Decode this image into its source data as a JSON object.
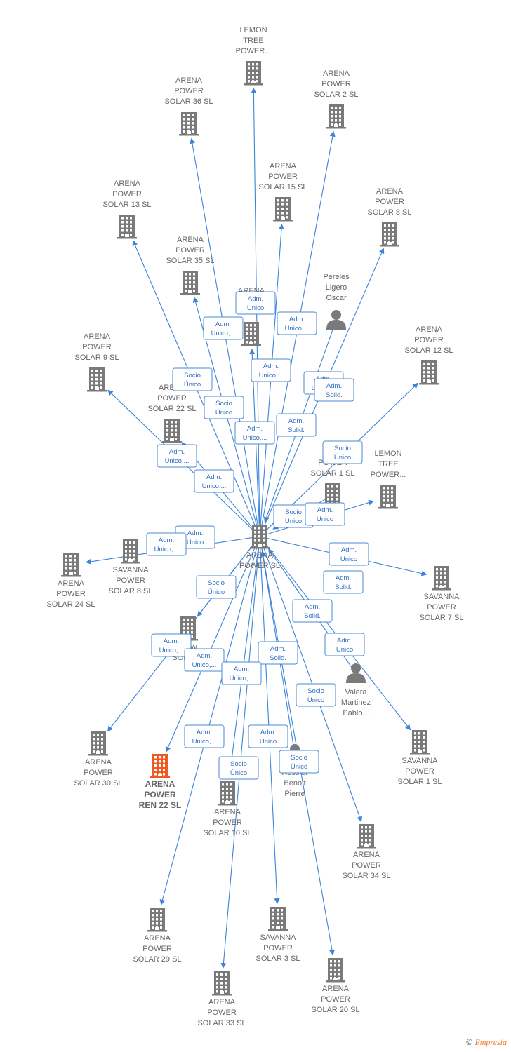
{
  "colors": {
    "edge": "#3c84d8",
    "building": "#7a7a7a",
    "highlight": "#f05a22",
    "person": "#7a7a7a",
    "badge_border": "#4a8ad6",
    "badge_text": "#2f6fc4",
    "label": "#666666"
  },
  "center": {
    "id": "center",
    "icon": "building-icon",
    "label": [
      "ARENA",
      "POWER SL"
    ]
  },
  "nodes": [
    {
      "id": "lemon1",
      "icon": "building-icon",
      "label": [
        "LEMON",
        "TREE",
        "POWER..."
      ]
    },
    {
      "id": "s36",
      "icon": "building-icon",
      "label": [
        "ARENA",
        "POWER",
        "SOLAR 36 SL"
      ]
    },
    {
      "id": "s2",
      "icon": "building-icon",
      "label": [
        "ARENA",
        "POWER",
        "SOLAR 2 SL"
      ]
    },
    {
      "id": "s15",
      "icon": "building-icon",
      "label": [
        "ARENA",
        "POWER",
        "SOLAR 15 SL"
      ]
    },
    {
      "id": "s13",
      "icon": "building-icon",
      "label": [
        "ARENA",
        "POWER",
        "SOLAR 13 SL"
      ]
    },
    {
      "id": "s8",
      "icon": "building-icon",
      "label": [
        "ARENA",
        "POWER",
        "SOLAR 8 SL"
      ]
    },
    {
      "id": "s35",
      "icon": "building-icon",
      "label": [
        "ARENA",
        "POWER",
        "SOLAR 35 SL"
      ]
    },
    {
      "id": "hidden",
      "icon": "building-icon",
      "label": [
        "ARENA",
        "P",
        "SOL"
      ]
    },
    {
      "id": "pereles",
      "icon": "person-icon",
      "label": [
        "Pereles",
        "Ligero",
        "Oscar"
      ]
    },
    {
      "id": "s9",
      "icon": "building-icon",
      "label": [
        "ARENA",
        "POWER",
        "SOLAR 9 SL"
      ]
    },
    {
      "id": "s12",
      "icon": "building-icon",
      "label": [
        "ARENA",
        "POWER",
        "SOLAR 12 SL"
      ]
    },
    {
      "id": "s22",
      "icon": "building-icon",
      "label": [
        "ARENA",
        "POWER",
        "SOLAR 22 SL"
      ]
    },
    {
      "id": "s1",
      "icon": "building-icon",
      "label": [
        "CAN",
        "POWER",
        "SOLAR 1 SL"
      ]
    },
    {
      "id": "lemon2",
      "icon": "building-icon",
      "label": [
        "LEMON",
        "TREE",
        "POWER..."
      ]
    },
    {
      "id": "sav8",
      "icon": "building-icon",
      "label": [
        "SAVANNA",
        "POWER",
        "SOLAR 8 SL"
      ]
    },
    {
      "id": "s24",
      "icon": "building-icon",
      "label": [
        "ARENA",
        "POWER",
        "SOLAR 24 SL"
      ]
    },
    {
      "id": "sav7",
      "icon": "building-icon",
      "label": [
        "SAVANNA",
        "POWER",
        "SOLAR 7 SL"
      ]
    },
    {
      "id": "sol11",
      "icon": "building-icon",
      "label": [
        "POW",
        "SOLA SL"
      ]
    },
    {
      "id": "valera",
      "icon": "person-icon",
      "label": [
        "Valera",
        "Martinez",
        "Pablo..."
      ]
    },
    {
      "id": "s30",
      "icon": "building-icon",
      "label": [
        "ARENA",
        "POWER",
        "SOLAR 30 SL"
      ]
    },
    {
      "id": "ren22",
      "icon": "building-icon",
      "highlight": true,
      "label": [
        "ARENA",
        "POWER",
        "REN 22 SL"
      ]
    },
    {
      "id": "s10",
      "icon": "building-icon",
      "label": [
        "ARENA",
        "POWER",
        "SOLAR 10 SL"
      ]
    },
    {
      "id": "rossier",
      "icon": "person-icon",
      "label": [
        "Rossier",
        "Benoit",
        "Pierre"
      ]
    },
    {
      "id": "sav1",
      "icon": "building-icon",
      "label": [
        "SAVANNA",
        "POWER",
        "SOLAR 1 SL"
      ]
    },
    {
      "id": "s34",
      "icon": "building-icon",
      "label": [
        "ARENA",
        "POWER",
        "SOLAR 34 SL"
      ]
    },
    {
      "id": "s29",
      "icon": "building-icon",
      "label": [
        "ARENA",
        "POWER",
        "SOLAR 29 SL"
      ]
    },
    {
      "id": "sav3",
      "icon": "building-icon",
      "label": [
        "SAVANNA",
        "POWER",
        "SOLAR 3 SL"
      ]
    },
    {
      "id": "s33",
      "icon": "building-icon",
      "label": [
        "ARENA",
        "POWER",
        "SOLAR 33 SL"
      ]
    },
    {
      "id": "s20",
      "icon": "building-icon",
      "label": [
        "ARENA",
        "POWER",
        "SOLAR 20 SL"
      ]
    }
  ],
  "badges": [
    {
      "id": "b1",
      "text": [
        "Adm.",
        "Unico"
      ]
    },
    {
      "id": "b2",
      "text": [
        "Adm.",
        "Unico,..."
      ]
    },
    {
      "id": "b3",
      "text": [
        "Adm.",
        "Unico,..."
      ]
    },
    {
      "id": "b4",
      "text": [
        "Adm.",
        "Unico,..."
      ]
    },
    {
      "id": "b5",
      "text": [
        "Adm.",
        "Unico,..."
      ]
    },
    {
      "id": "b5b",
      "text": [
        "Adm.",
        "Solid."
      ]
    },
    {
      "id": "b6",
      "text": [
        "Socio",
        "Único"
      ]
    },
    {
      "id": "b7",
      "text": [
        "Socio",
        "Único"
      ]
    },
    {
      "id": "b8",
      "text": [
        "Adm.",
        "Unico,..."
      ]
    },
    {
      "id": "b9",
      "text": [
        "Adm.",
        "Solid."
      ]
    },
    {
      "id": "b10",
      "text": [
        "Adm.",
        "Unico,..."
      ]
    },
    {
      "id": "b11",
      "text": [
        "Socio",
        "Único"
      ]
    },
    {
      "id": "b12",
      "text": [
        "Adm.",
        "Unico,..."
      ]
    },
    {
      "id": "b13",
      "text": [
        "Socio",
        "Único"
      ]
    },
    {
      "id": "b14",
      "text": [
        "Adm.",
        "Unico"
      ]
    },
    {
      "id": "b15",
      "text": [
        "Adm.",
        "Unico"
      ]
    },
    {
      "id": "b16",
      "text": [
        "Adm.",
        "Unico,..."
      ]
    },
    {
      "id": "b17",
      "text": [
        "Adm.",
        "Unico"
      ]
    },
    {
      "id": "b18",
      "text": [
        "Socio",
        "Único"
      ]
    },
    {
      "id": "b19",
      "text": [
        "Adm.",
        "Solid."
      ]
    },
    {
      "id": "b20",
      "text": [
        "Adm.",
        "Solid."
      ]
    },
    {
      "id": "b21",
      "text": [
        "Adm.",
        "Unico,..."
      ]
    },
    {
      "id": "b22",
      "text": [
        "Adm.",
        "Unico,..."
      ]
    },
    {
      "id": "b23",
      "text": [
        "Adm.",
        "Solid."
      ]
    },
    {
      "id": "b24",
      "text": [
        "Adm.",
        "Unico"
      ]
    },
    {
      "id": "b25",
      "text": [
        "Adm.",
        "Unico,..."
      ]
    },
    {
      "id": "b26",
      "text": [
        "Socio",
        "Único"
      ]
    },
    {
      "id": "b27",
      "text": [
        "Adm.",
        "Unico,..."
      ]
    },
    {
      "id": "b28",
      "text": [
        "Adm.",
        "Unico"
      ]
    },
    {
      "id": "b29",
      "text": [
        "Socio",
        "Único"
      ]
    },
    {
      "id": "b30",
      "text": [
        "Socio",
        "Único"
      ]
    }
  ],
  "footer": {
    "copyright": "©",
    "brand": "Empresia"
  }
}
